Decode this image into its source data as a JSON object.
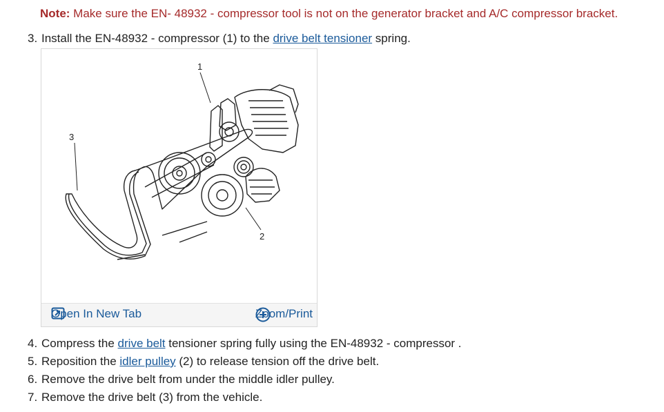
{
  "note": {
    "label": "Note:",
    "text": " Make sure the EN- 48932 - compressor tool is not on the generator bracket and A/C compressor bracket."
  },
  "steps": [
    {
      "num": "3.",
      "before": "Install the EN-48932 - compressor (1) to the ",
      "link": "drive belt tensioner",
      "after": " spring."
    },
    {
      "num": "4.",
      "before": "Compress the ",
      "link": "drive belt",
      "after": " tensioner spring fully using the EN-48932 - compressor ."
    },
    {
      "num": "5.",
      "before": "Reposition the ",
      "link": "idler pulley",
      "after": " (2) to release tension off the drive belt."
    },
    {
      "num": "6.",
      "text": "Remove the drive belt from under the middle idler pulley."
    },
    {
      "num": "7.",
      "text": "Remove the drive belt (3) from the vehicle."
    }
  ],
  "figure": {
    "callouts": [
      "1",
      "2",
      "3"
    ],
    "open_tab_label": "Open In New Tab",
    "zoom_label": "Zoom/Print",
    "icons": {
      "open_tab": "open-new-tab-icon",
      "zoom": "zoom-plus-icon"
    }
  },
  "colors": {
    "note": "#a52a2a",
    "link": "#1a5a9a",
    "text": "#222222"
  }
}
